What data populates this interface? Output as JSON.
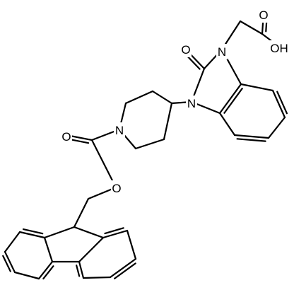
{
  "atom_labels": {
    "oh": "OH",
    "acid_carbonyl_o": "O",
    "urea_carbonyl_o": "O",
    "imidazolone_n1": "N",
    "imidazolone_n3": "N",
    "piperidine_n": "N",
    "carbamate_carbonyl_o": "O",
    "carbamate_ester_o": "O"
  }
}
